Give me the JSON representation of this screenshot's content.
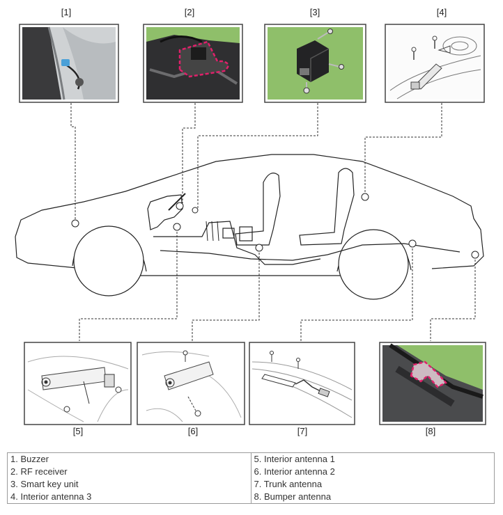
{
  "callouts": [
    "[1]",
    "[2]",
    "[3]",
    "[4]",
    "[5]",
    "[6]",
    "[7]",
    "[8]"
  ],
  "legend": {
    "left": [
      "1. Buzzer",
      "2. RF receiver",
      "3. Smart key unit",
      "4. Interior antenna 3"
    ],
    "right": [
      "5. Interior antenna 1",
      "6. Interior antenna 2",
      "7. Trunk antenna",
      "8. Bumper antenna"
    ]
  },
  "colors": {
    "photo_background": "#8fbf6a",
    "highlight": "#e0206a",
    "connector": "#4aa0d8",
    "line": "#333333"
  }
}
